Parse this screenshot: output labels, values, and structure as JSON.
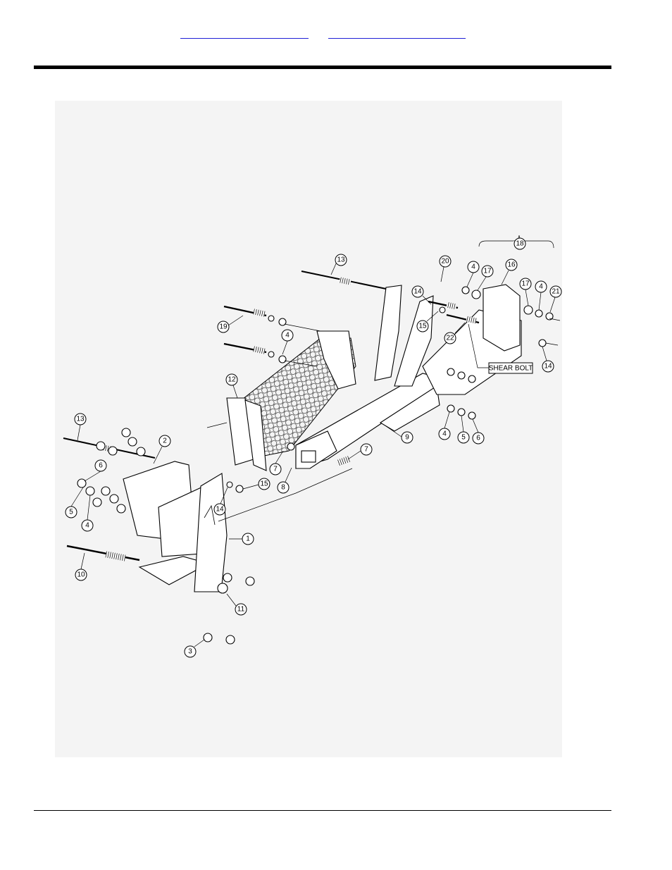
{
  "links": [
    {
      "label": ""
    },
    {
      "label": ""
    }
  ],
  "diagram": {
    "callouts": [
      "1",
      "2",
      "3",
      "4",
      "5",
      "6",
      "7",
      "8",
      "9",
      "10",
      "11",
      "12",
      "13",
      "14",
      "15",
      "16",
      "17",
      "18",
      "19",
      "20",
      "21",
      "22"
    ],
    "shear_bolt_label": "SHEAR BOLT"
  }
}
